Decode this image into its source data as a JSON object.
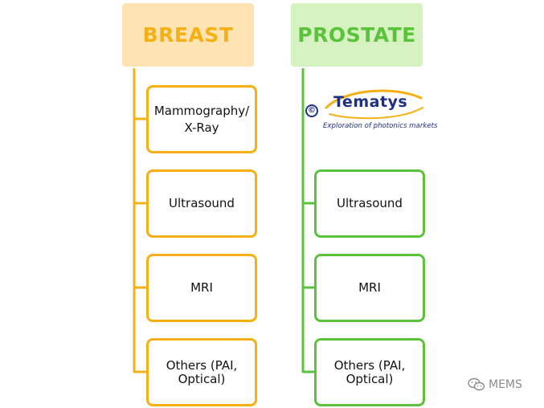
{
  "breast": {
    "title": "BREAST",
    "color": "#f6b013",
    "header_bg": "#fde4b2",
    "items": [
      {
        "line1": "Mammography/",
        "line2": "X-Ray"
      },
      {
        "line1": "Ultrasound",
        "line2": ""
      },
      {
        "line1": "MRI",
        "line2": ""
      },
      {
        "line1": "Others (PAI,",
        "line2": "Optical)"
      }
    ]
  },
  "prostate": {
    "title": "PROSTATE",
    "color": "#5ac23b",
    "header_bg": "#d6f2c0",
    "items": [
      {
        "line1": "Ultrasound",
        "line2": ""
      },
      {
        "line1": "MRI",
        "line2": ""
      },
      {
        "line1": "Others (PAI,",
        "line2": "Optical)"
      }
    ]
  },
  "logo": {
    "copyright": "©",
    "name": "Tematys",
    "tagline": "Exploration of photonics markets"
  },
  "watermark": {
    "icon": "wechat-icon",
    "text": "MEMS"
  }
}
